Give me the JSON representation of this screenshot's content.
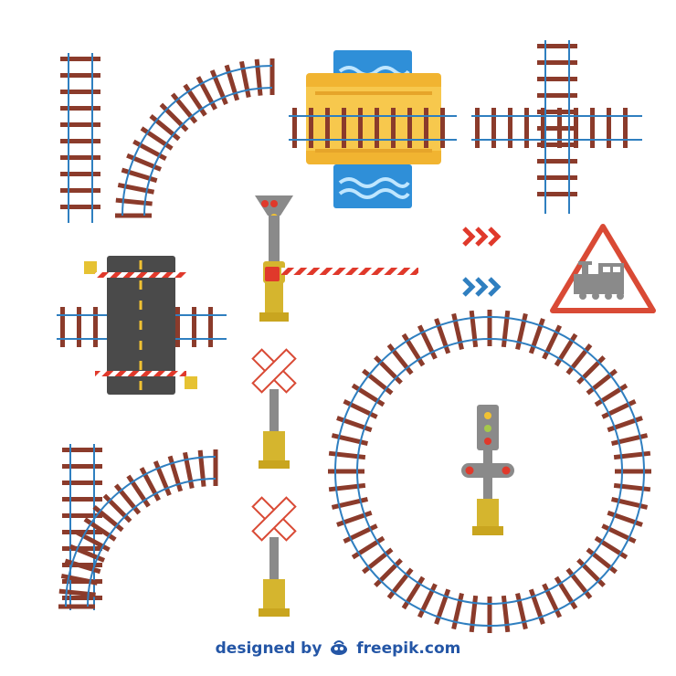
{
  "scene": {
    "elements": [
      {
        "name": "straight-track",
        "icon": "straight-rail-icon"
      },
      {
        "name": "curved-track",
        "icon": "curved-rail-icon"
      },
      {
        "name": "river-bridge",
        "icon": "bridge-icon"
      },
      {
        "name": "track-crossing",
        "icon": "crossing-rail-icon"
      },
      {
        "name": "railway-signal-with-barrier",
        "icon": "barrier-gate-icon"
      },
      {
        "name": "level-crossing-road",
        "icon": "road-crossing-icon"
      },
      {
        "name": "direction-arrows",
        "icon": "chevron-arrows-icon"
      },
      {
        "name": "train-warning-sign",
        "icon": "train-sign-icon"
      },
      {
        "name": "crossbuck-sign",
        "icon": "crossbuck-icon"
      },
      {
        "name": "track-switch",
        "icon": "junction-rail-icon"
      },
      {
        "name": "circular-track",
        "icon": "loop-rail-icon"
      },
      {
        "name": "traffic-signal-post",
        "icon": "signal-light-icon"
      }
    ],
    "colors": {
      "rail": "#2f7fc0",
      "sleeper": "#8b3b2b",
      "road": "#4a4a4a",
      "water": "#2f8fd8",
      "bridge": "#f1b431",
      "post": "#8a8a8a",
      "base": "#d5b52e",
      "red": "#e0392b",
      "sign_red": "#d94a35"
    }
  },
  "credit": {
    "prefix": "designed by",
    "brand": "freepik.com"
  }
}
